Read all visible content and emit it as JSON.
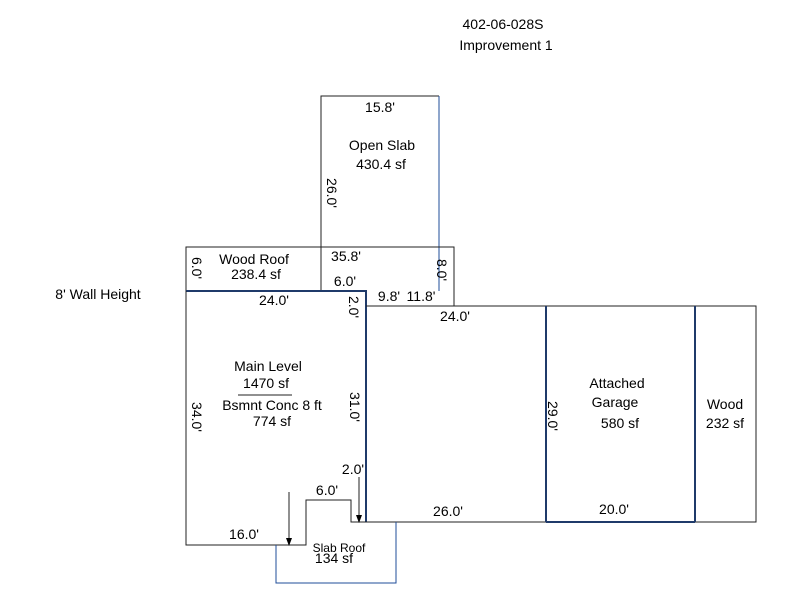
{
  "header": {
    "parcel_id": "402-06-028S",
    "improvement": "Improvement 1"
  },
  "wall_height": "8' Wall Height",
  "areas": {
    "open_slab": {
      "name": "Open Slab",
      "area": "430.4 sf"
    },
    "wood_roof": {
      "name": "Wood Roof",
      "area": "238.4 sf"
    },
    "main_level": {
      "name": "Main Level",
      "area": "1470 sf",
      "basement": "Bsmnt Conc 8 ft",
      "basement_area": "774 sf"
    },
    "garage": {
      "name_line1": "Attached",
      "name_line2": "Garage",
      "area": "580 sf"
    },
    "wood": {
      "name": "Wood",
      "area": "232 sf"
    },
    "slab_roof": {
      "name": "Slab Roof",
      "area": "134 sf"
    }
  },
  "dimensions": {
    "d_15_8": "15.8'",
    "d_26_0_slab": "26.0'",
    "d_35_8": "35.8'",
    "d_6_0_wr": "6.0'",
    "d_8_0": "8.0'",
    "d_6_0_top": "6.0'",
    "d_24_0_main": "24.0'",
    "d_2_0_v": "2.0'",
    "d_9_8": "9.8'",
    "d_11_8": "11.8'",
    "d_24_0_right": "24.0'",
    "d_34_0": "34.0'",
    "d_31_0": "31.0'",
    "d_2_0_h": "2.0'",
    "d_6_0_notch": "6.0'",
    "d_16_0": "16.0'",
    "d_26_0_bottom": "26.0'",
    "d_29_0": "29.0'",
    "d_20_0": "20.0'"
  }
}
